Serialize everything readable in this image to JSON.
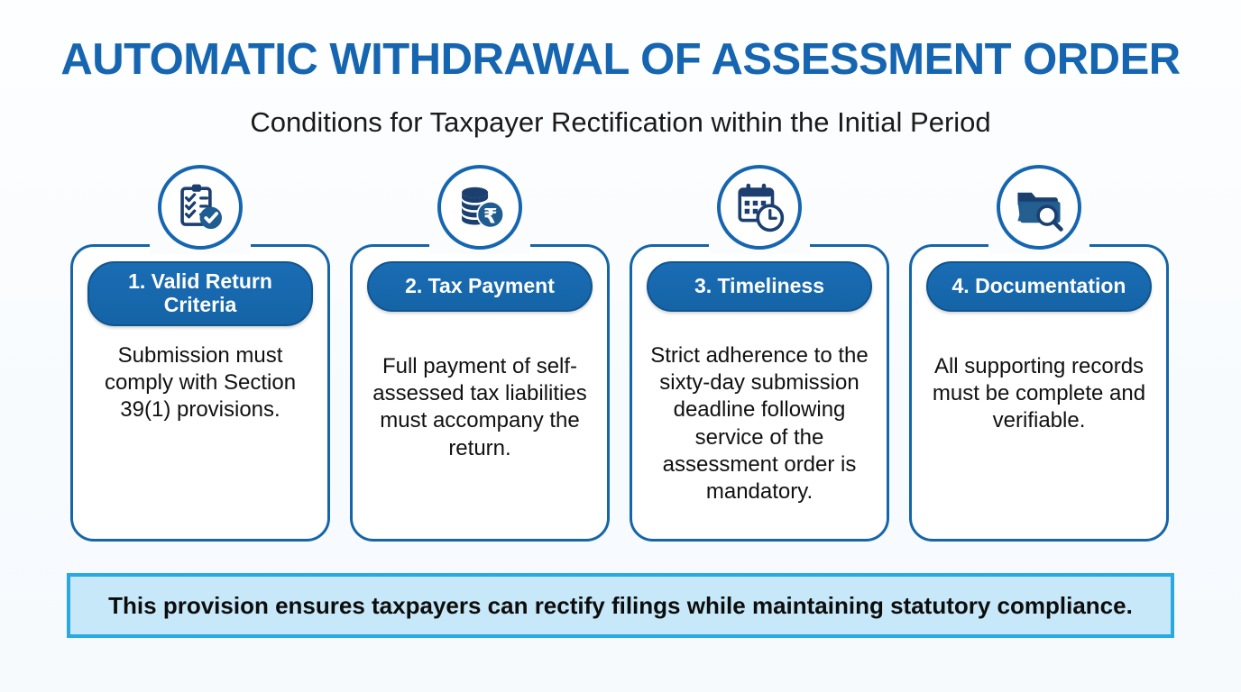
{
  "header": {
    "title": "AUTOMATIC WITHDRAWAL OF ASSESSMENT ORDER",
    "subtitle": "Conditions for Taxpayer Rectification within the Initial Period",
    "title_color": "#1565B0",
    "subtitle_color": "#1a1a1a"
  },
  "theme": {
    "background": "#fbfcfe",
    "accent_blue": "#1565B0",
    "pill_blue": "#1464A6",
    "card_border": "#1565A8",
    "banner_fill": "#C6E8F8",
    "banner_border": "#29A9E1",
    "icon_dark": "#1B3F6E",
    "icon_mid": "#1F6FB2"
  },
  "cards": [
    {
      "icon": "clipboard-check-icon",
      "heading": "1. Valid Return Criteria",
      "body": "Submission must comply with Section 39(1) provisions."
    },
    {
      "icon": "coins-rupee-icon",
      "heading": "2. Tax Payment",
      "body": "Full payment of self-assessed tax liabilities must accompany the return."
    },
    {
      "icon": "calendar-clock-icon",
      "heading": "3. Timeliness",
      "body": "Strict adherence to the sixty-day submission deadline following service of the assessment order is mandatory."
    },
    {
      "icon": "folder-search-icon",
      "heading": "4. Documentation",
      "body": "All supporting records must be complete and verifiable."
    }
  ],
  "footer": {
    "note": "This provision ensures taxpayers can rectify filings while maintaining statutory compliance."
  }
}
